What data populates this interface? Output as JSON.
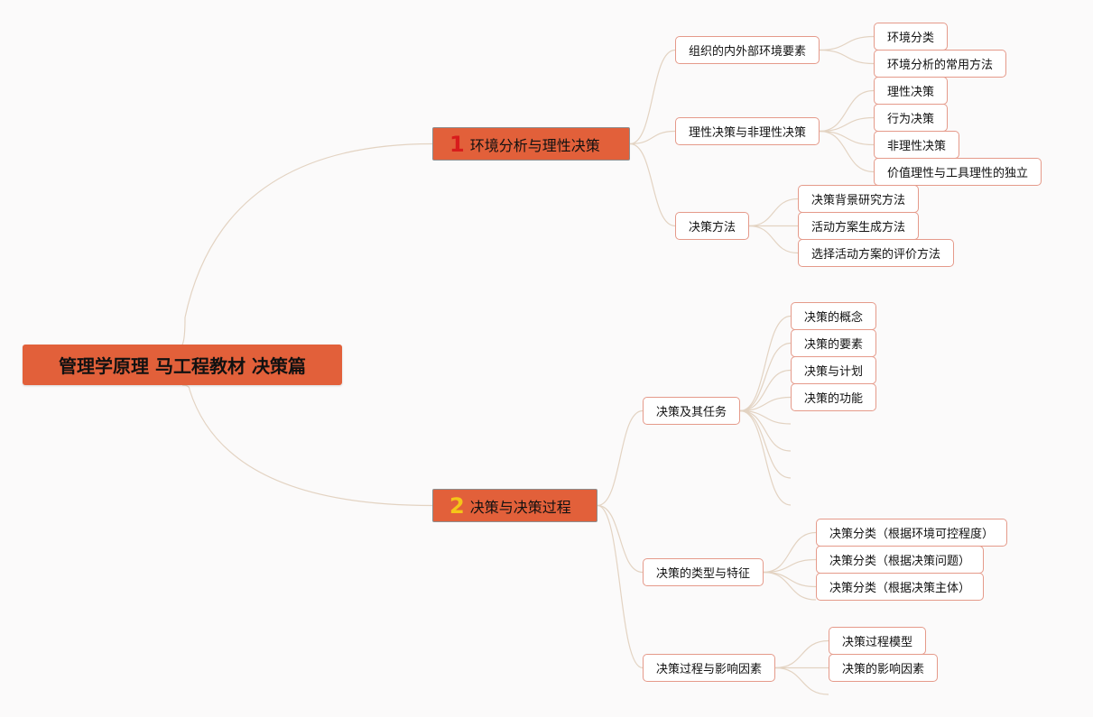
{
  "root": {
    "title": "管理学原理 马工程教材 决策篇"
  },
  "branches": [
    {
      "number": "1",
      "label": "环境分析与理性决策",
      "children": [
        {
          "label": "组织的内外部环境要素",
          "children": [
            "环境分类",
            "环境分析的常用方法"
          ]
        },
        {
          "label": "理性决策与非理性决策",
          "children": [
            "理性决策",
            "行为决策",
            "非理性决策",
            "价值理性与工具理性的独立"
          ]
        },
        {
          "label": "决策方法",
          "children": [
            "决策背景研究方法",
            "活动方案生成方法",
            "选择活动方案的评价方法"
          ]
        }
      ]
    },
    {
      "number": "2",
      "label": "决策与决策过程",
      "children": [
        {
          "label": "决策及其任务",
          "children": [
            "决策的概念",
            "决策的要素",
            "决策与计划",
            "决策的功能"
          ]
        },
        {
          "label": "决策的类型与特征",
          "children": [
            "决策分类（根据环境可控程度）",
            "决策分类（根据决策问题）",
            "决策分类（根据决策主体）"
          ]
        },
        {
          "label": "决策过程与影响因素",
          "children": [
            "决策过程模型",
            "决策的影响因素"
          ]
        }
      ]
    }
  ],
  "colors": {
    "branch_fill": "#e2603a",
    "leaf_border": "#e59a8a",
    "connector": "#e3d3c2",
    "background": "#fbfafa"
  }
}
